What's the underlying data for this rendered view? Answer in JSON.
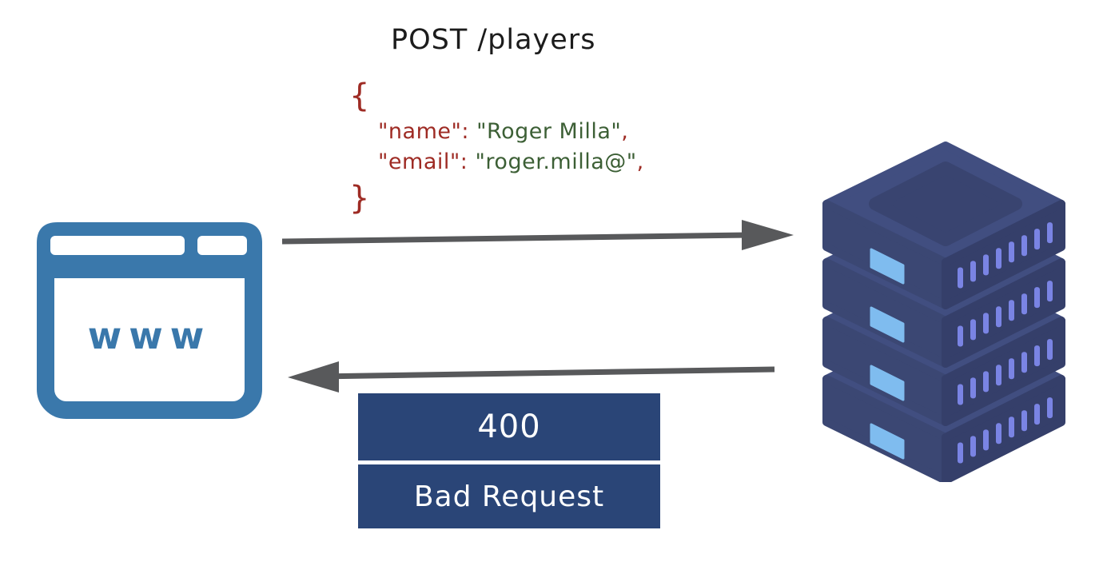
{
  "request": {
    "method_path": "POST /players",
    "body": {
      "open_brace": "{",
      "fields": [
        {
          "key": "\"name\":",
          "value": "\"Roger Milla\"",
          "delimiter": ","
        },
        {
          "key": "\"email\":",
          "value": "\"roger.milla@\"",
          "delimiter": ","
        }
      ],
      "close_brace": "}"
    }
  },
  "client": {
    "label": "www",
    "icon": "browser-window-icon"
  },
  "server": {
    "icon": "server-stack-icon",
    "units": 4
  },
  "response": {
    "status_code": "400",
    "status_text": "Bad Request"
  },
  "colors": {
    "title_text": "#1c1c1c",
    "key_punctuation": "#9e2b24",
    "string_value": "#3c5f35",
    "arrow": "#58595b",
    "client_icon": "#3a78ab",
    "response_box": "#2a4577",
    "response_text": "#ffffff",
    "server_top": "#414e80",
    "server_left": "#3b4773",
    "server_right": "#353f6a",
    "server_inset": "#394470",
    "server_led": "#7fbcef",
    "server_tick": "#7a84e4"
  }
}
